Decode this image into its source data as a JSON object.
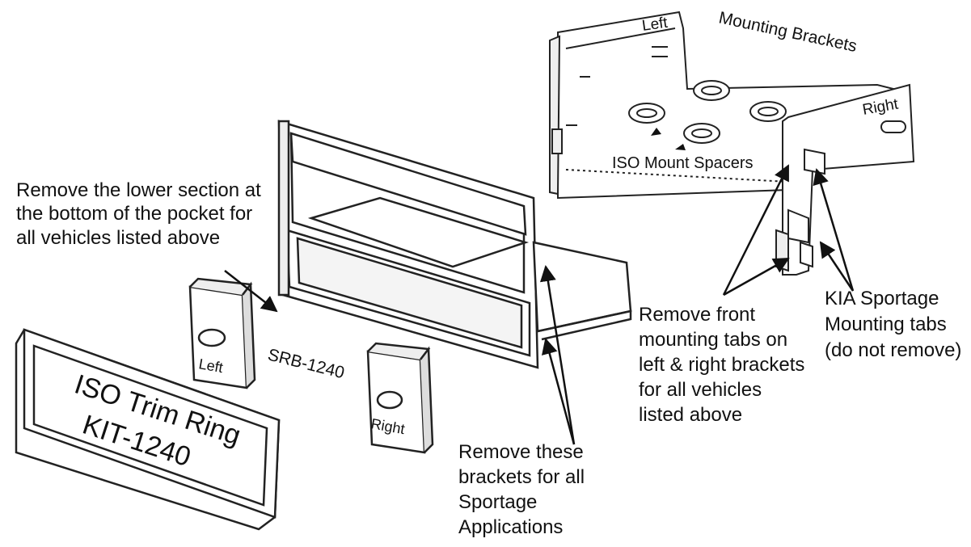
{
  "labels": {
    "remove_lower_1": "Remove the lower section at",
    "remove_lower_2": "the bottom of the pocket for",
    "remove_lower_3": "all vehicles listed above",
    "mounting_brackets": "Mounting Brackets",
    "bracket_left": "Left",
    "bracket_right": "Right",
    "iso_spacers": "ISO Mount Spacers",
    "model": "SRB-1240",
    "trim_line1": "ISO Trim Ring",
    "trim_line2": "KIT-1240",
    "block_left": "Left",
    "block_right": "Right",
    "remove_brackets_1": "Remove these",
    "remove_brackets_2": "brackets for all",
    "remove_brackets_3": "Sportage",
    "remove_brackets_4": "Applications",
    "remove_front_1": "Remove front",
    "remove_front_2": "mounting tabs on",
    "remove_front_3": "left & right brackets",
    "remove_front_4": "for all vehicles",
    "remove_front_5": "listed above",
    "kia_1": "KIA Sportage",
    "kia_2": "Mounting tabs",
    "kia_3": "(do not remove)"
  }
}
